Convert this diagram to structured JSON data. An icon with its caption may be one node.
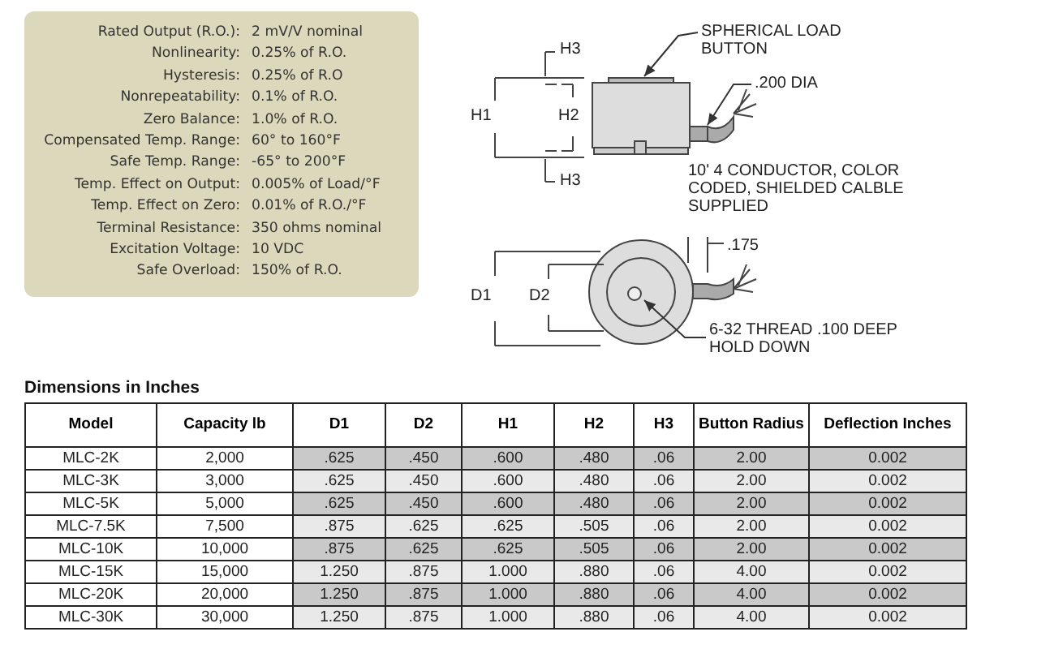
{
  "diagram": {
    "nodes": [
      {
        "text": [
          "SPHERICAL LOAD BUTTON"
        ]
      },
      {
        "text": [],
        "shape": "bar"
      },
      {
        "text": [
          ".200 DIA"
        ]
      },
      {
        "text": [],
        "shape": "bar"
      },
      {
        "text": [
          "6-32 THREAD .100 DEEP HOLD DOWN"
        ]
      },
      {
        "text": [],
        "shape": "circle"
      }
    ],
    "edges": [
      {
        "from": 0,
        "to": 1,
        "arrow": "to"
      },
      {
        "from": 2,
        "to": 3,
        "arrow": "to"
      },
      {
        "from": 4,
        "to": 5,
        "arrow": "to"
      }
    ],
    "labels": [
      "Rated Output (R.O.):",
      "2 mV/V nominal",
      "Nonlinearity:",
      "0.25% of R.O.",
      "Hysteresis:",
      "0.25% of R.O",
      "Nonrepeatability:",
      "0.1% of R.O.",
      "Zero Balance:",
      "1.0% of R.O.",
      "Compensated Temp. Range:",
      "60° to 160°F",
      "Safe Temp. Range:",
      "-65° to 200°F",
      "Temp. Effect on Output:",
      "0.005% of Load/°F",
      "Temp. Effect on Zero:",
      "0.01% of R.O./°F",
      "Terminal Resistance:",
      "350 ohms nominal",
      "Excitation Voltage:",
      "10 VDC",
      "Safe Overload:",
      "150% of R.O.",
      "H3",
      "H1",
      "H2",
      "H3",
      "10' 4 CONDUCTOR, COLOR CODED, SHIELDED CALBLE SUPPLIED",
      ".175",
      "D1",
      "D2",
      "Dimensions in Inches",
      "Model",
      "Capacity lb",
      "D1",
      "D2",
      "H1",
      "H2",
      "H3",
      "Button Radius",
      "Deflection Inches",
      "MLC-2K",
      "2,000",
      ".625",
      ".450",
      ".600",
      ".480",
      ".06",
      "2.00",
      "0.002",
      "MLC-3K",
      "3,000",
      ".625",
      ".450",
      ".600",
      ".480",
      ".06",
      "2.00",
      "0.002",
      "MLC-5K",
      "5,000",
      ".625",
      ".450",
      ".600",
      ".480",
      ".06",
      "2.00",
      "0.002",
      "MLC-7.5K",
      "7,500",
      ".875",
      ".625",
      ".625",
      ".505",
      ".06",
      "2.00",
      "0.002",
      "MLC-10K",
      "10,000",
      ".875",
      ".625",
      ".625",
      ".505",
      ".06",
      "2.00",
      "0.002",
      "MLC-15K",
      "15,000",
      "1.250",
      ".875",
      "1.000",
      ".880",
      ".06",
      "4.00",
      "0.002",
      "MLC-20K",
      "20,000",
      "1.250",
      ".875",
      "1.000",
      ".880",
      ".06",
      "4.00",
      "0.002",
      "MLC-30K",
      "30,000",
      "1.250",
      ".875",
      "1.000",
      ".880",
      ".06",
      "4.00",
      "0.002"
    ]
  }
}
